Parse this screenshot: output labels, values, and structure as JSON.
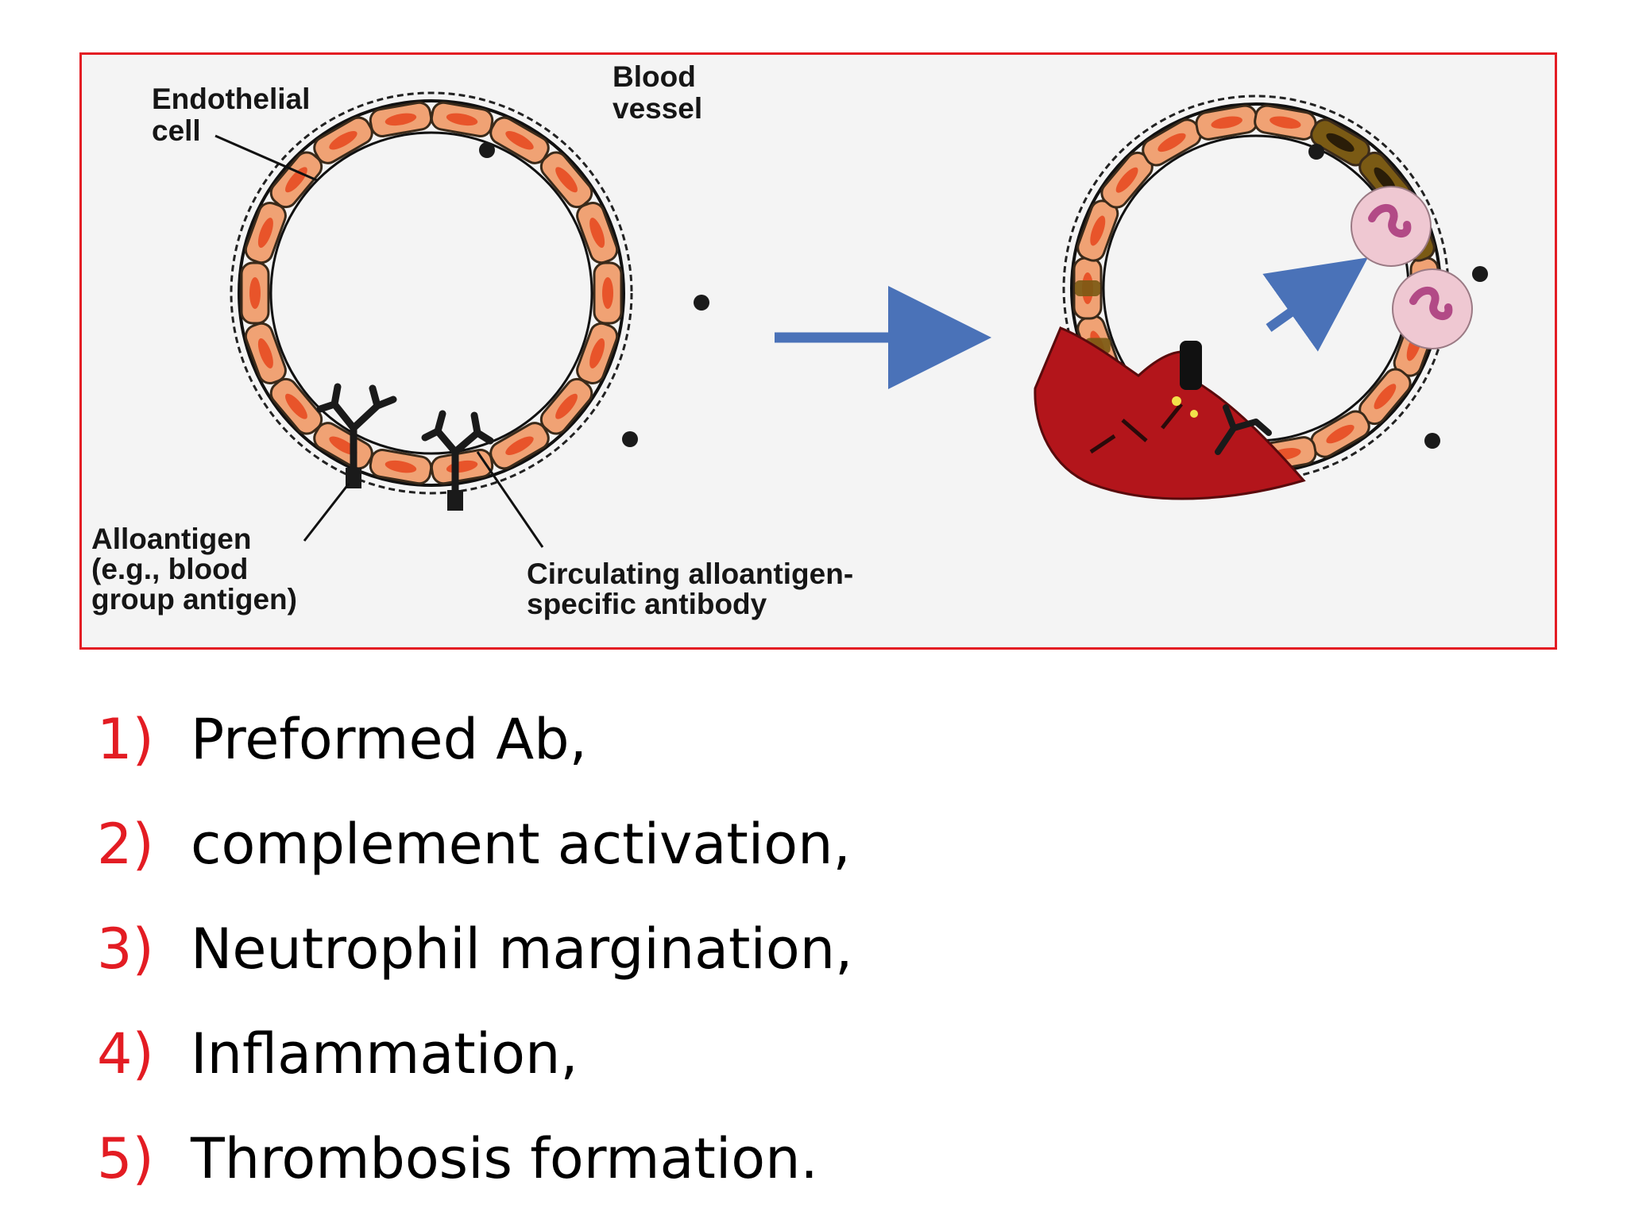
{
  "diagram": {
    "labels": {
      "endothelial_cell": [
        "Endothelial",
        "cell"
      ],
      "blood_vessel": [
        "Blood",
        "vessel"
      ],
      "alloantigen": [
        "Alloantigen",
        "(e.g., blood",
        "group antigen)"
      ],
      "antibody": [
        "Circulating alloantigen-",
        "specific antibody"
      ]
    },
    "colors": {
      "frame": "#e31c23",
      "cell_fill": "#f0a274",
      "nucleus": "#e8542a",
      "thrombus": "#b3151b",
      "arrow": "#4a72b8",
      "neutrophil": "#efc8d2",
      "neutrophil_nucleus": "#b24a86",
      "damaged_wall": "#7a5a14"
    }
  },
  "steps": [
    {
      "num": "1)",
      "text": "Preformed Ab,"
    },
    {
      "num": "2)",
      "text": "complement activation,"
    },
    {
      "num": "3)",
      "text": "Neutrophil margination,"
    },
    {
      "num": "4)",
      "text": "Inflammation,"
    },
    {
      "num": "5)",
      "text": "Thrombosis formation."
    }
  ]
}
